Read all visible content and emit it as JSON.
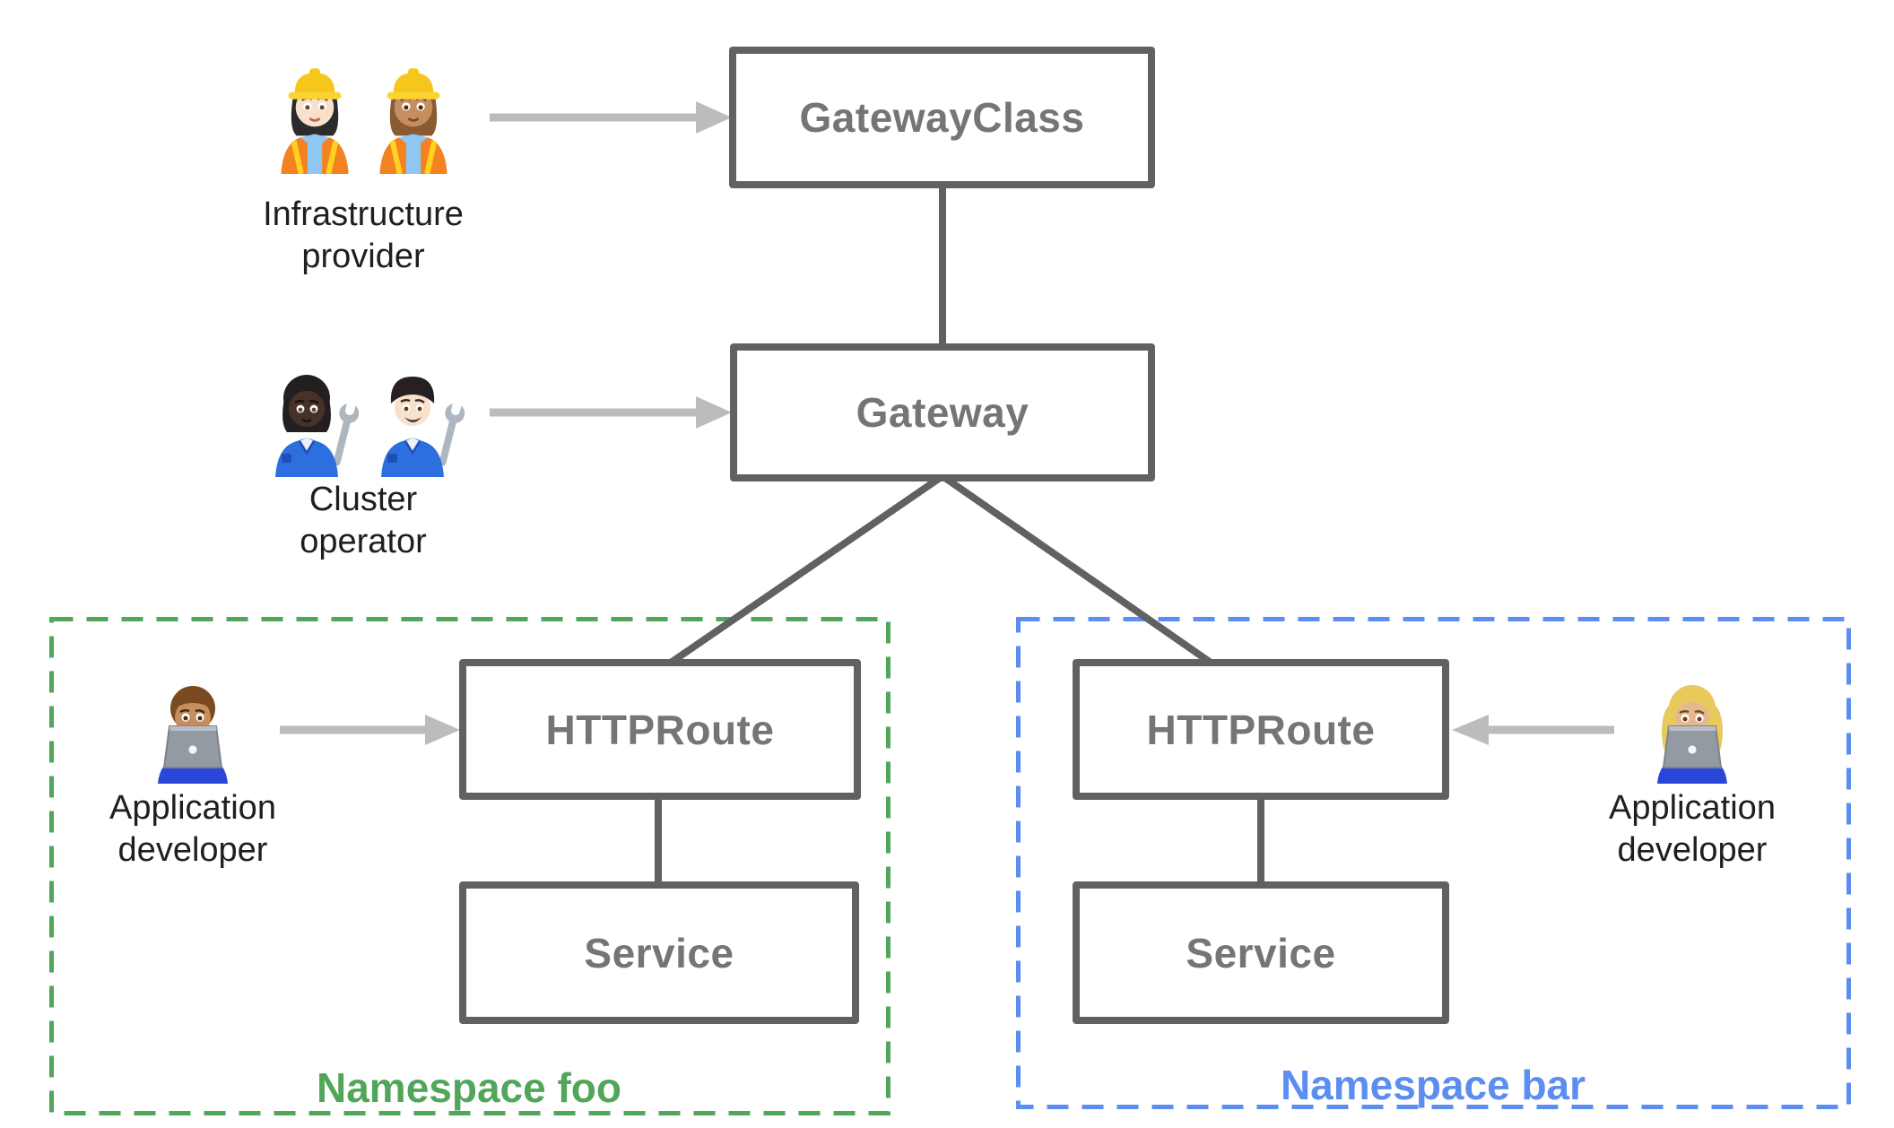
{
  "diagram": {
    "nodes": {
      "gateway_class": {
        "label": "GatewayClass"
      },
      "gateway": {
        "label": "Gateway"
      },
      "httproute_foo": {
        "label": "HTTPRoute"
      },
      "service_foo": {
        "label": "Service"
      },
      "httproute_bar": {
        "label": "HTTPRoute"
      },
      "service_bar": {
        "label": "Service"
      }
    },
    "namespaces": {
      "foo": {
        "label": "Namespace foo"
      },
      "bar": {
        "label": "Namespace bar"
      }
    },
    "personas": {
      "infrastructure_provider": {
        "label": "Infrastructure\nprovider",
        "emoji": "👷🏻‍♀️ 👷🏽‍♀️",
        "icon": "construction-workers"
      },
      "cluster_operator": {
        "label": "Cluster\noperator",
        "emoji": "🧑🏿‍🔧 👨🏻‍🔧",
        "icon": "mechanics"
      },
      "app_developer_foo": {
        "label": "Application\ndeveloper",
        "emoji": "👨🏽‍💻",
        "icon": "man-technologist"
      },
      "app_developer_bar": {
        "label": "Application\ndeveloper",
        "emoji": "👩🏼‍💻",
        "icon": "woman-technologist"
      }
    },
    "edges": [
      {
        "from": "GatewayClass",
        "to": "Gateway",
        "style": "solid-line"
      },
      {
        "from": "Gateway",
        "to": "HTTPRoute (Namespace foo)",
        "style": "solid-line"
      },
      {
        "from": "Gateway",
        "to": "HTTPRoute (Namespace bar)",
        "style": "solid-line"
      },
      {
        "from": "HTTPRoute (Namespace foo)",
        "to": "Service (Namespace foo)",
        "style": "solid-line"
      },
      {
        "from": "HTTPRoute (Namespace bar)",
        "to": "Service (Namespace bar)",
        "style": "solid-line"
      },
      {
        "from": "Infrastructure provider",
        "to": "GatewayClass",
        "style": "gray-arrow"
      },
      {
        "from": "Cluster operator",
        "to": "Gateway",
        "style": "gray-arrow"
      },
      {
        "from": "Application developer (foo)",
        "to": "HTTPRoute (Namespace foo)",
        "style": "gray-arrow"
      },
      {
        "from": "Application developer (bar)",
        "to": "HTTPRoute (Namespace bar)",
        "style": "gray-arrow"
      }
    ]
  },
  "colors": {
    "box_border": "#616161",
    "box_label": "#757575",
    "connector": "#616161",
    "arrow": "#bcbcbc",
    "namespace_foo": "#52a65a",
    "namespace_bar": "#5c8df0",
    "persona_label": "#1f1f1f"
  }
}
